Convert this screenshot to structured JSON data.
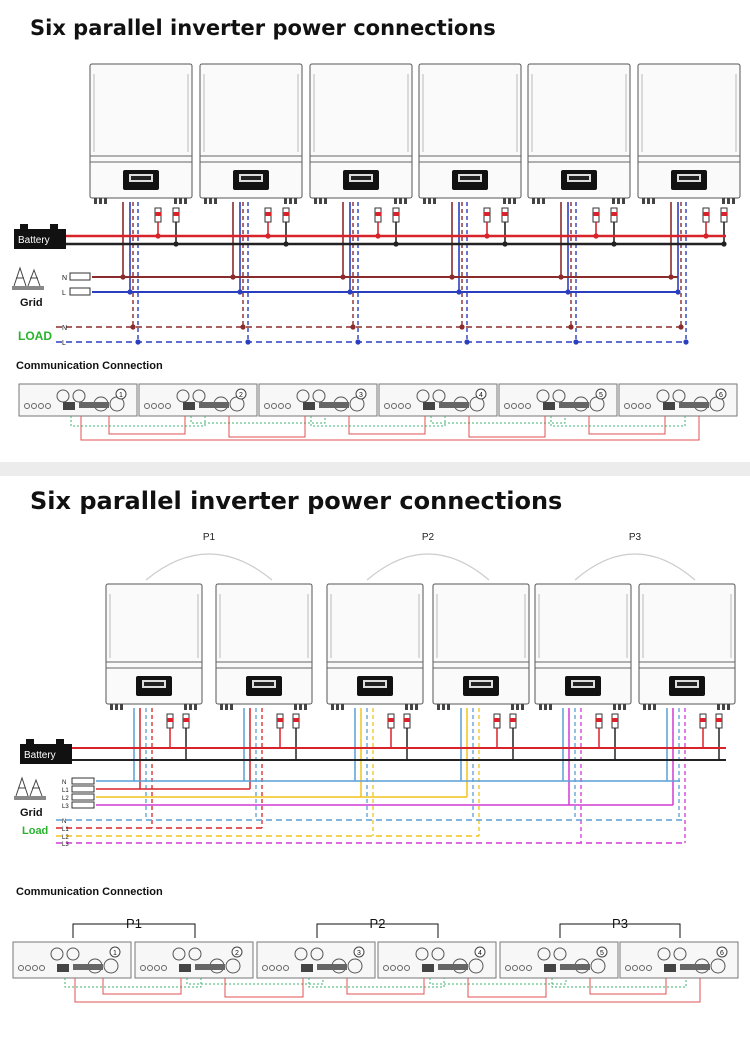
{
  "top": {
    "title": "Six parallel inverter power connections",
    "battery_label": "Battery",
    "grid_label": "Grid",
    "load_label": "LOAD",
    "grid_lines": [
      "N",
      "L"
    ],
    "load_lines": [
      "N",
      "L"
    ],
    "comm_label": "Communication Connection",
    "unit_numbers": [
      "1",
      "2",
      "3",
      "4",
      "5",
      "6"
    ]
  },
  "bottom": {
    "title": "Six parallel inverter power connections",
    "phase_groups": [
      "P1",
      "P2",
      "P3"
    ],
    "battery_label": "Battery",
    "grid_label": "Grid",
    "load_label": "Load",
    "grid_lines": [
      "N",
      "L1",
      "L2",
      "L3"
    ],
    "load_lines": [
      "N",
      "L1",
      "L2",
      "L3"
    ],
    "comm_label": "Communication Connection",
    "unit_numbers": [
      "1",
      "2",
      "3",
      "4",
      "5",
      "6"
    ]
  },
  "colors": {
    "battery_pos": "#d8232a",
    "battery_neg": "#222222",
    "neutral": "#5b9fd6",
    "line": "#2a3fbf",
    "grid_n_top": "#8b2b2b",
    "l1": "#d8232a",
    "l2": "#f2c21b",
    "l3": "#d23ad4",
    "load_n_top": "#7a4a2a",
    "load_green": "#29b32d",
    "comm_green": "#3cb371",
    "comm_red": "#e05050"
  }
}
